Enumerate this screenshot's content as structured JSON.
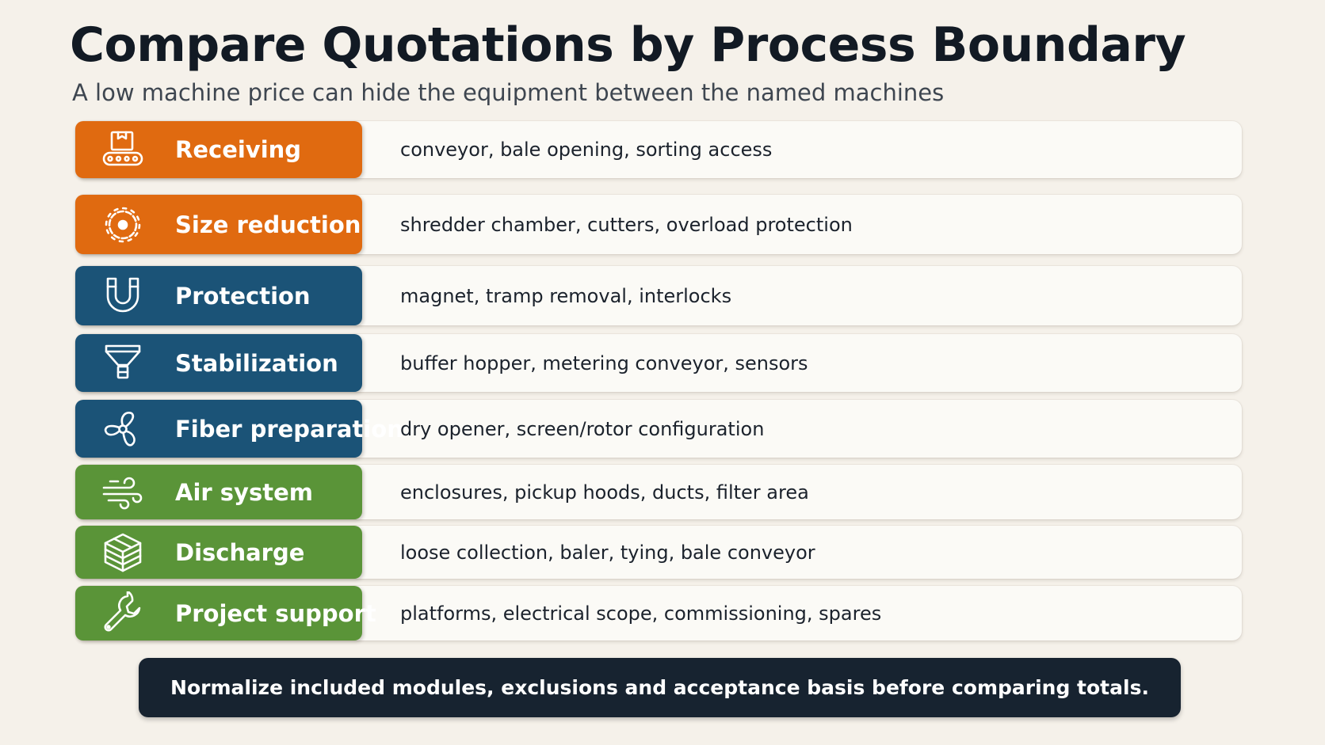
{
  "header": {
    "title": "Compare Quotations by Process Boundary",
    "subtitle": "A low machine price can hide the equipment between the named machines"
  },
  "colors": {
    "orange": "#e06a10",
    "blue": "#1b5377",
    "green": "#5a9438",
    "banner": "#172330",
    "background": "#f5f1ea"
  },
  "rows": [
    {
      "label": "Receiving",
      "detail": "conveyor, bale opening, sorting access",
      "color": "#e06a10",
      "icon": "conveyor-box-icon"
    },
    {
      "label": "Size reduction",
      "detail": "shredder chamber, cutters, overload protection",
      "color": "#e06a10",
      "icon": "gear-shredder-icon"
    },
    {
      "label": "Protection",
      "detail": "magnet, tramp removal, interlocks",
      "color": "#1b5377",
      "icon": "magnet-icon"
    },
    {
      "label": "Stabilization",
      "detail": "buffer hopper, metering conveyor, sensors",
      "color": "#1b5377",
      "icon": "hopper-icon"
    },
    {
      "label": "Fiber preparation",
      "detail": "dry opener, screen/rotor configuration",
      "color": "#1b5377",
      "icon": "rotor-fan-icon"
    },
    {
      "label": "Air system",
      "detail": "enclosures, pickup hoods, ducts, filter area",
      "color": "#5a9438",
      "icon": "wind-icon"
    },
    {
      "label": "Discharge",
      "detail": "loose collection, baler, tying, bale conveyor",
      "color": "#5a9438",
      "icon": "bale-cube-icon"
    },
    {
      "label": "Project support",
      "detail": "platforms, electrical scope, commissioning, spares",
      "color": "#5a9438",
      "icon": "wrench-icon"
    }
  ],
  "footer": {
    "text": "Normalize included modules, exclusions and acceptance basis before comparing totals."
  }
}
